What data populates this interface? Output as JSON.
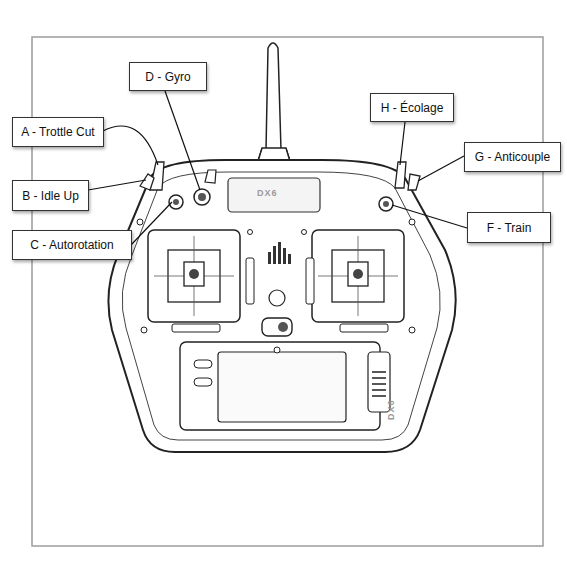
{
  "diagram": {
    "nodes": [
      {
        "text": [
          "D - Gyro"
        ]
      },
      {
        "text": [
          "H - Écolage"
        ]
      },
      {
        "text": [
          "A - Trottle Cut"
        ]
      },
      {
        "text": [
          "G - Anticouple"
        ]
      },
      {
        "text": [
          "B - Idle Up"
        ]
      },
      {
        "text": [
          "F - Train"
        ]
      },
      {
        "text": [
          "C - Autorotation"
        ]
      }
    ],
    "labels": [
      "DX6",
      "DX6"
    ]
  }
}
